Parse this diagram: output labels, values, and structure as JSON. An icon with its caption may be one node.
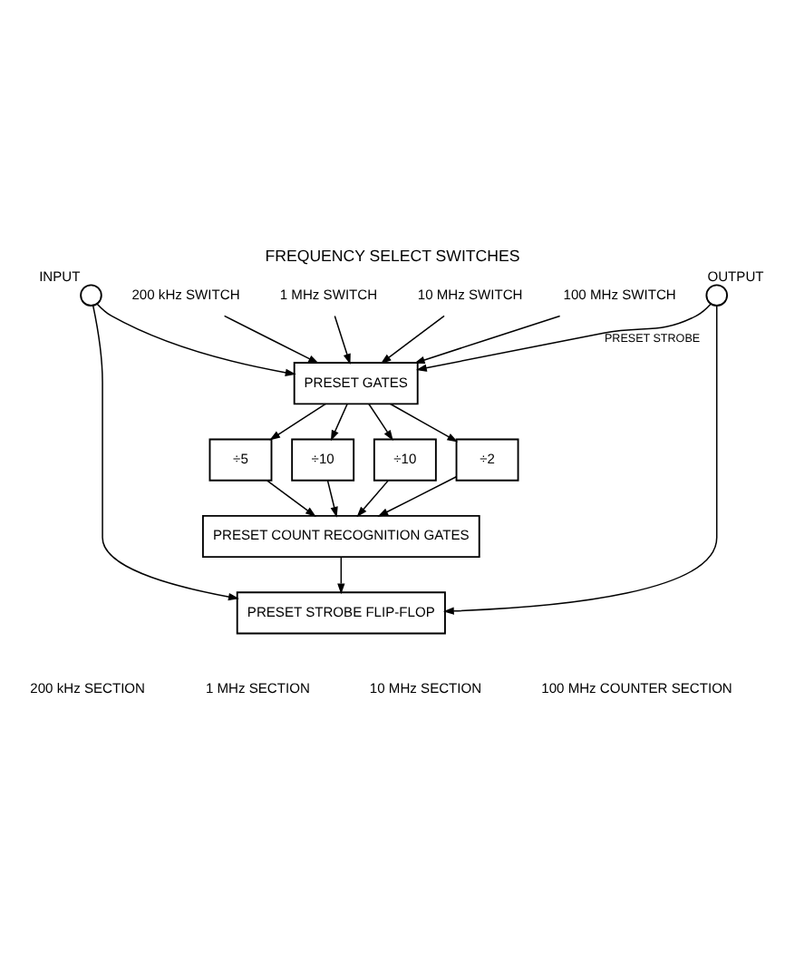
{
  "diagram": {
    "title": "FREQUENCY SELECT SWITCHES",
    "nodes": [
      {
        "text": [
          "200 kHz SWITCH"
        ]
      },
      {
        "text": [
          "1 MHz SWITCH"
        ]
      },
      {
        "text": [
          "10 MHz SWITCH"
        ]
      },
      {
        "text": [
          "100 MHz SWITCH"
        ]
      },
      {
        "text": [],
        "shape": "circle",
        "beside": [
          "INPUT"
        ]
      },
      {
        "text": [
          "PRESET GATES"
        ]
      },
      {
        "text": [
          "÷5"
        ]
      },
      {
        "text": [
          "÷10"
        ]
      },
      {
        "text": [
          "÷10"
        ]
      },
      {
        "text": [
          "÷2"
        ]
      },
      {
        "text": [
          "PRESET COUNT RECOGNITION GATES"
        ]
      },
      {
        "text": [
          "PRESET STROBE FLIP-FLOP"
        ]
      },
      {
        "text": [],
        "shape": "circle",
        "beside": [
          "OUTPUT"
        ]
      }
    ],
    "edges": [
      {
        "from": 0,
        "to": 5,
        "arrow": "to"
      },
      {
        "from": 1,
        "to": 5,
        "arrow": "to"
      },
      {
        "from": 2,
        "to": 5,
        "arrow": "to"
      },
      {
        "from": 3,
        "to": 5,
        "arrow": "to"
      },
      {
        "from": 4,
        "to": 5,
        "arrow": "to"
      },
      {
        "from": 5,
        "to": 6,
        "arrow": "to"
      },
      {
        "from": 5,
        "to": 7,
        "arrow": "to"
      },
      {
        "from": 5,
        "to": 8,
        "arrow": "to"
      },
      {
        "from": 5,
        "to": 9,
        "arrow": "to"
      },
      {
        "from": 6,
        "to": 10,
        "arrow": "to"
      },
      {
        "from": 7,
        "to": 10,
        "arrow": "to"
      },
      {
        "from": 8,
        "to": 10,
        "arrow": "to"
      },
      {
        "from": 9,
        "to": 10,
        "arrow": "to"
      },
      {
        "from": 10,
        "to": 11,
        "arrow": "to"
      },
      {
        "from": 4,
        "to": 11,
        "arrow": "to"
      },
      {
        "from": 12,
        "to": 11,
        "arrow": "to"
      },
      {
        "from": 12,
        "to": 5,
        "arrow": "to",
        "label": "PRESET STROBE"
      }
    ],
    "labels": [
      "200 kHz SECTION",
      "1 MHz SECTION",
      "10 MHz SECTION",
      "100 MHz COUNTER SECTION"
    ]
  }
}
